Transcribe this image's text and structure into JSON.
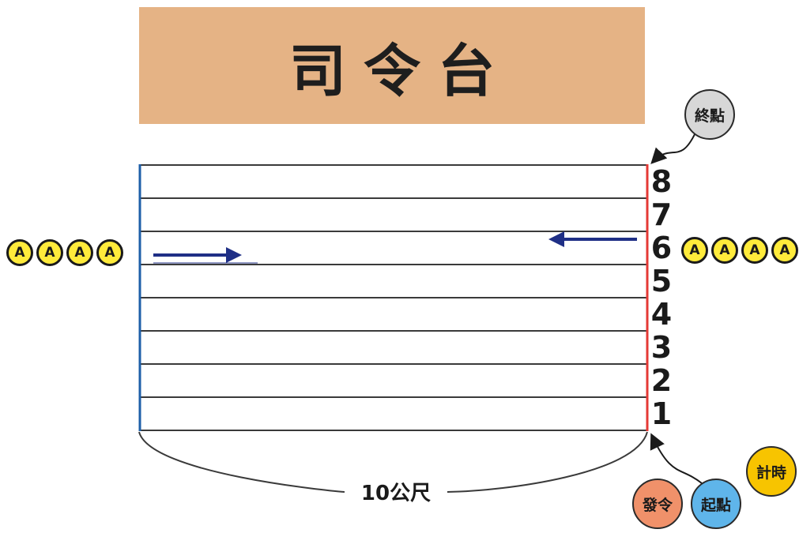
{
  "stage": {
    "label": "司令台",
    "color": "#e5b385"
  },
  "lanes": {
    "numbers": [
      "8",
      "7",
      "6",
      "5",
      "4",
      "3",
      "2",
      "1"
    ],
    "line_color": "#3a3a3a",
    "start_line_color": "#e53935",
    "turn_line_color": "#1e5fa8"
  },
  "runners": {
    "left": [
      "A",
      "A",
      "A",
      "A"
    ],
    "right": [
      "A",
      "A",
      "A",
      "A"
    ],
    "color": "#ffeb3b"
  },
  "arrows": {
    "color": "#1f2f86",
    "right_arrow": "→",
    "left_arrow": "←"
  },
  "badges": {
    "finish": {
      "label": "終點",
      "color": "#d7d7d7"
    },
    "timer": {
      "label": "計時",
      "color": "#f7c400"
    },
    "starter": {
      "label": "發令",
      "color": "#f0916a"
    },
    "start_point": {
      "label": "起點",
      "color": "#5fb5ea"
    }
  },
  "distance_label": "10公尺"
}
